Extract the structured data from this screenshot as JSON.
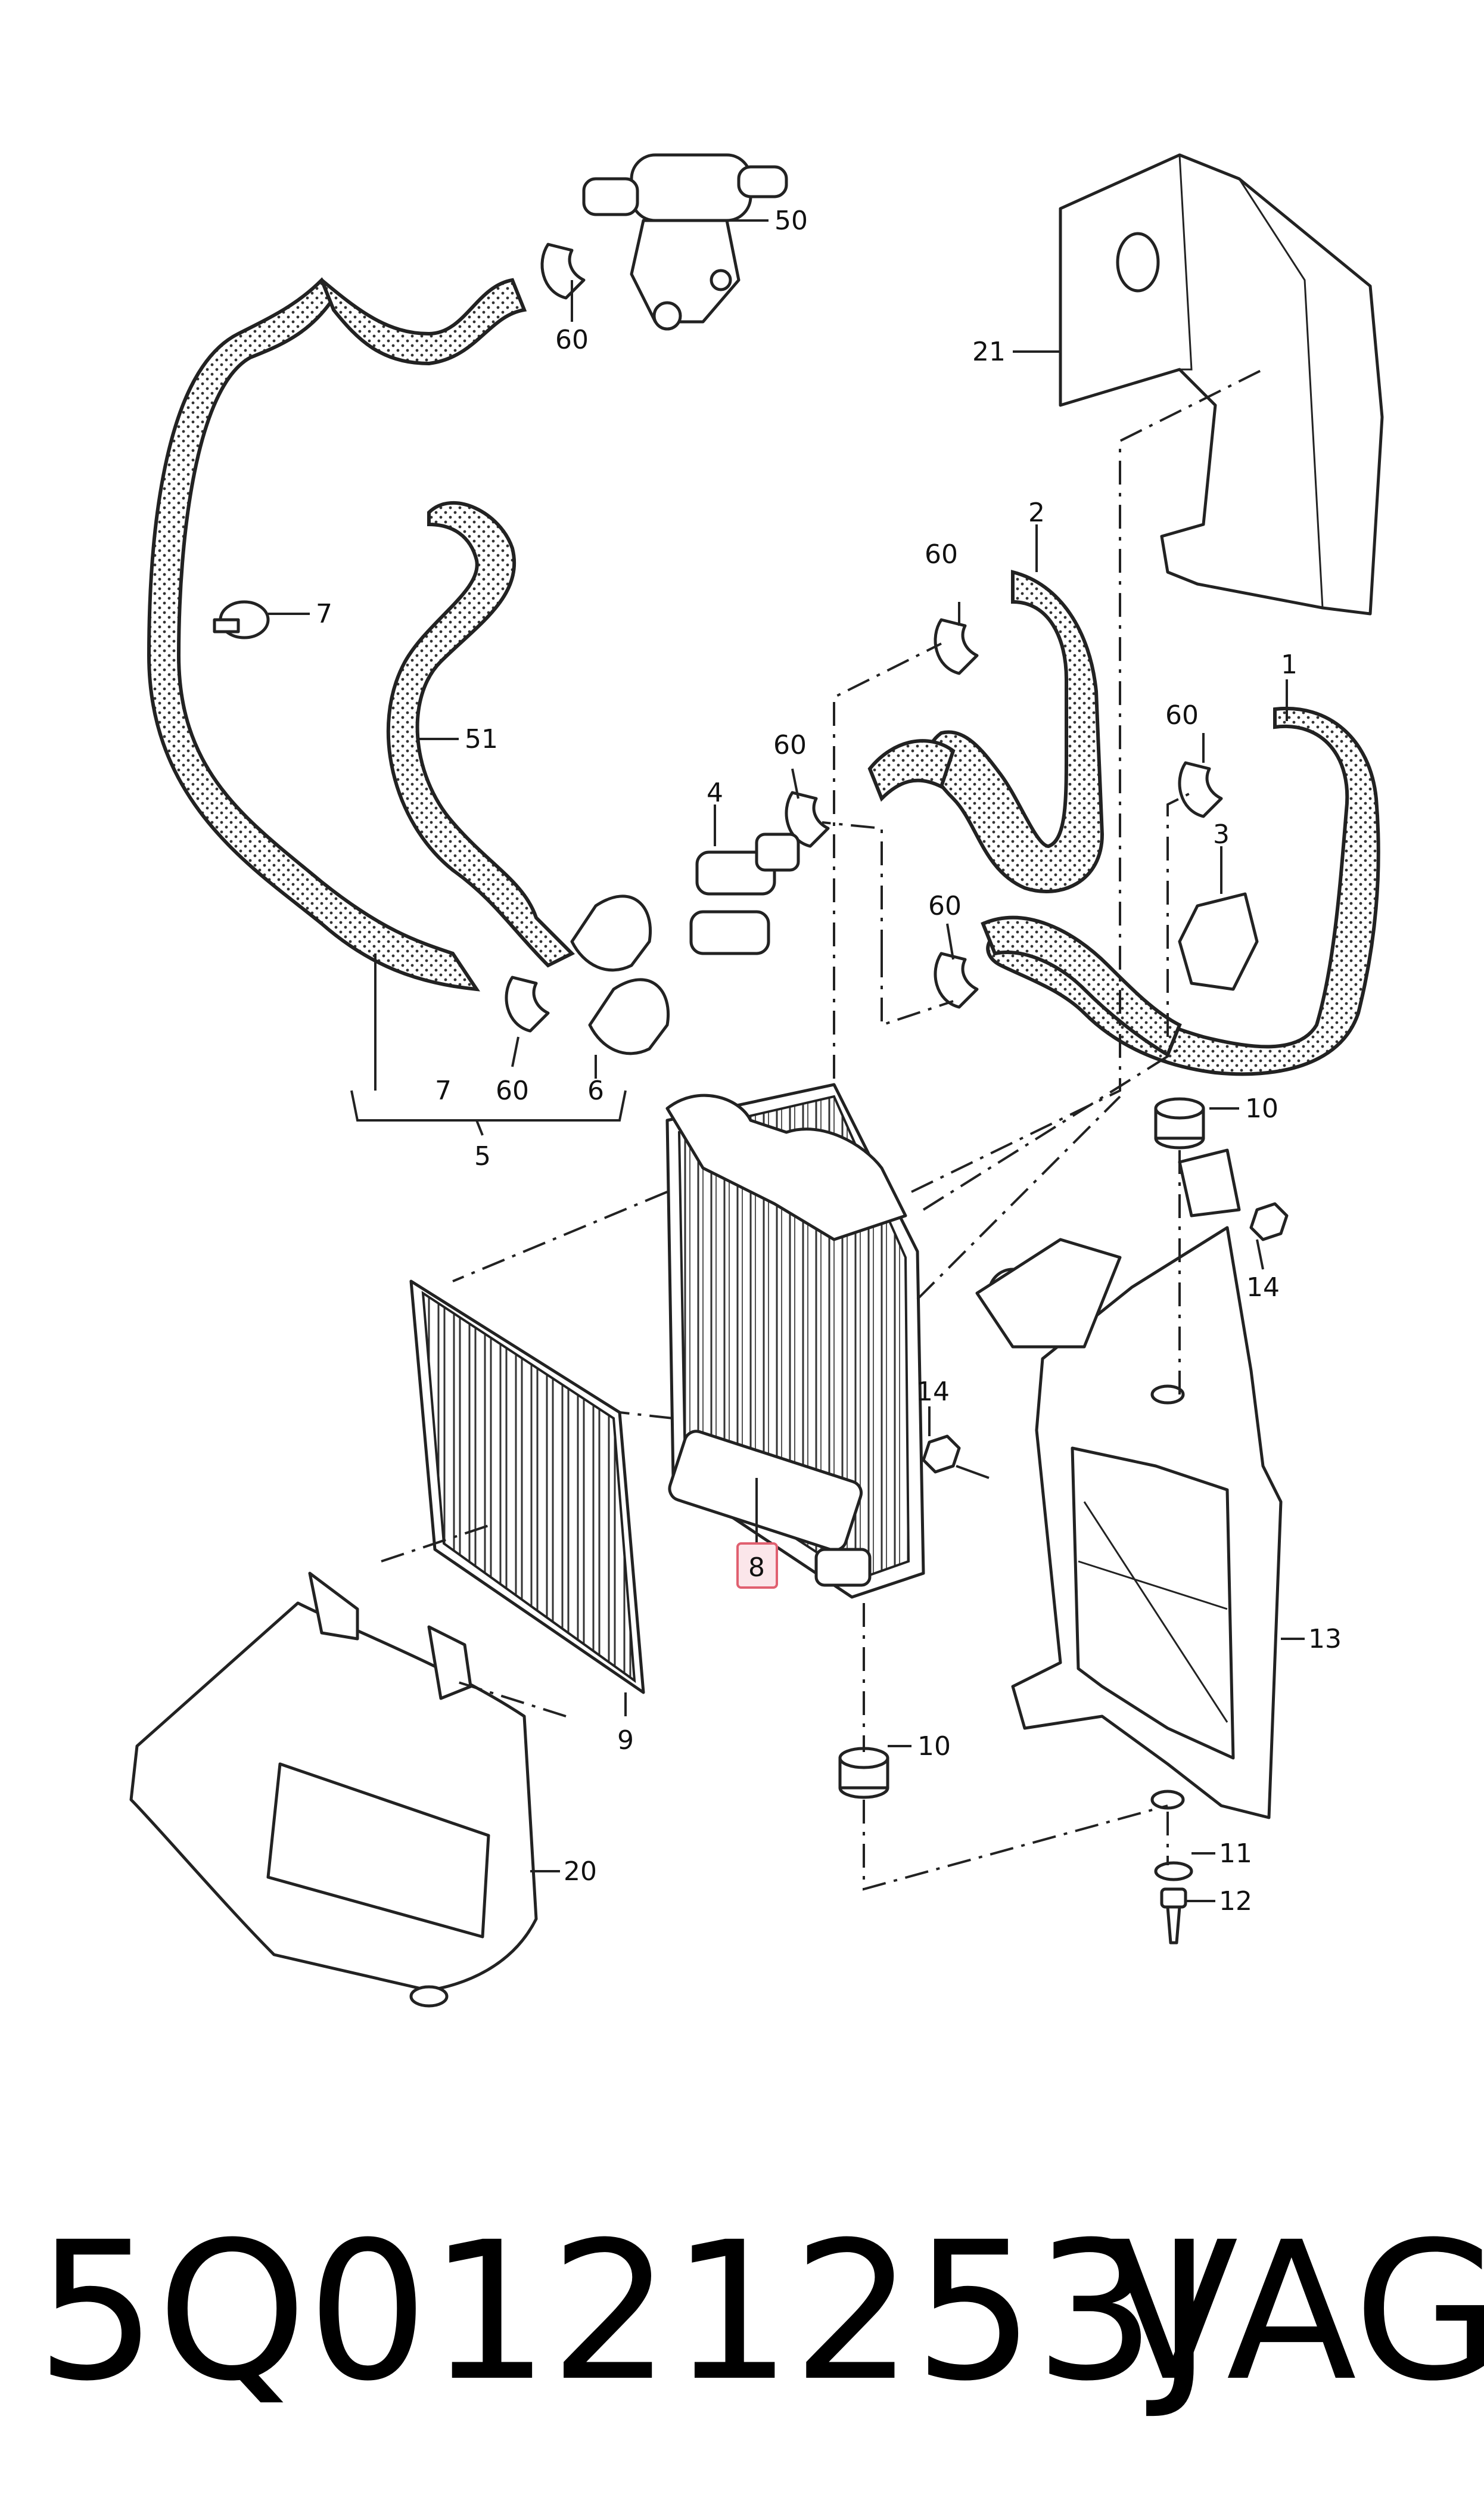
{
  "callouts": [
    {
      "id": "50",
      "text": "50"
    },
    {
      "id": "60a",
      "text": "60"
    },
    {
      "id": "21",
      "text": "21"
    },
    {
      "id": "7a",
      "text": "7"
    },
    {
      "id": "51",
      "text": "51"
    },
    {
      "id": "60b",
      "text": "60"
    },
    {
      "id": "2",
      "text": "2"
    },
    {
      "id": "60c",
      "text": "60"
    },
    {
      "id": "1",
      "text": "1"
    },
    {
      "id": "4",
      "text": "4"
    },
    {
      "id": "60d",
      "text": "60"
    },
    {
      "id": "3",
      "text": "3"
    },
    {
      "id": "60e",
      "text": "60"
    },
    {
      "id": "7b",
      "text": "7"
    },
    {
      "id": "60f",
      "text": "60"
    },
    {
      "id": "6",
      "text": "6"
    },
    {
      "id": "5",
      "text": "5"
    },
    {
      "id": "10a",
      "text": "10"
    },
    {
      "id": "14a",
      "text": "14"
    },
    {
      "id": "14b",
      "text": "14"
    },
    {
      "id": "8",
      "text": "8"
    },
    {
      "id": "13",
      "text": "13"
    },
    {
      "id": "9",
      "text": "9"
    },
    {
      "id": "10b",
      "text": "10"
    },
    {
      "id": "20",
      "text": "20"
    },
    {
      "id": "11",
      "text": "11"
    },
    {
      "id": "12",
      "text": "12"
    }
  ],
  "caption": {
    "part_number": "5Q0121253J",
    "brand": "VAG"
  },
  "colors": {
    "highlight_stroke": "#e06070",
    "highlight_fill": "#fbe6ea"
  }
}
